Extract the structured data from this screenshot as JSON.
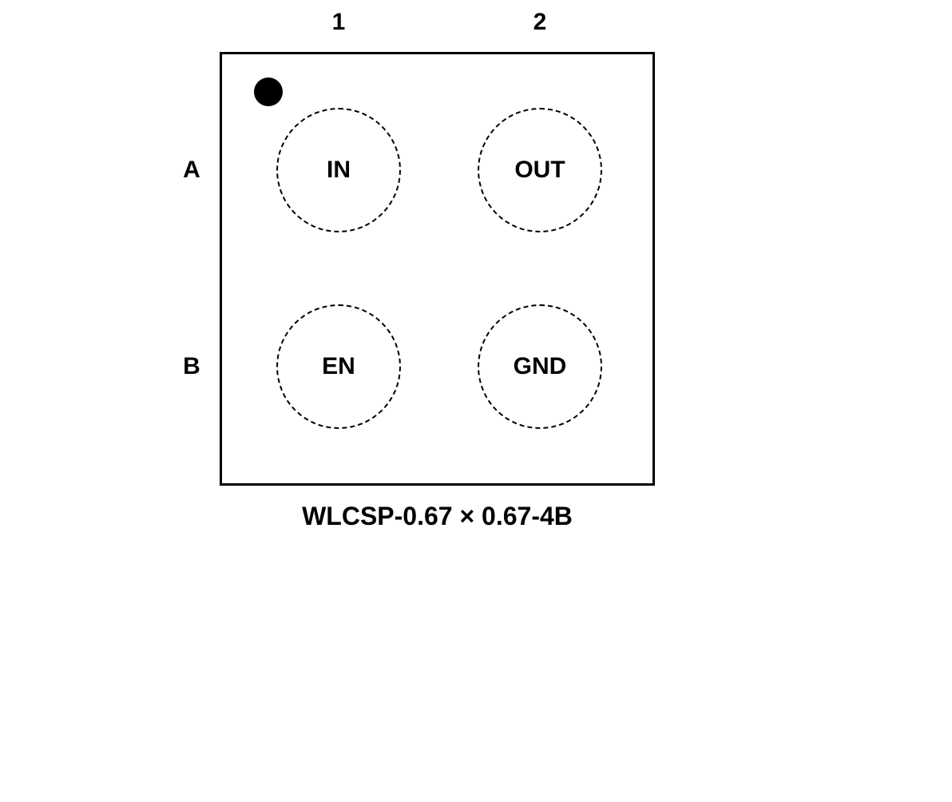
{
  "diagram": {
    "type": "package-pinout",
    "column_labels": [
      "1",
      "2"
    ],
    "row_labels": [
      "A",
      "B"
    ],
    "pins": [
      {
        "position": "A1",
        "label": "IN"
      },
      {
        "position": "A2",
        "label": "OUT"
      },
      {
        "position": "B1",
        "label": "EN"
      },
      {
        "position": "B2",
        "label": "GND"
      }
    ],
    "pin1_indicator": "filled-dot-top-left",
    "caption": "WLCSP-0.67 × 0.67-4B",
    "colors": {
      "outline": "#000000",
      "background": "#ffffff",
      "text": "#000000"
    }
  }
}
